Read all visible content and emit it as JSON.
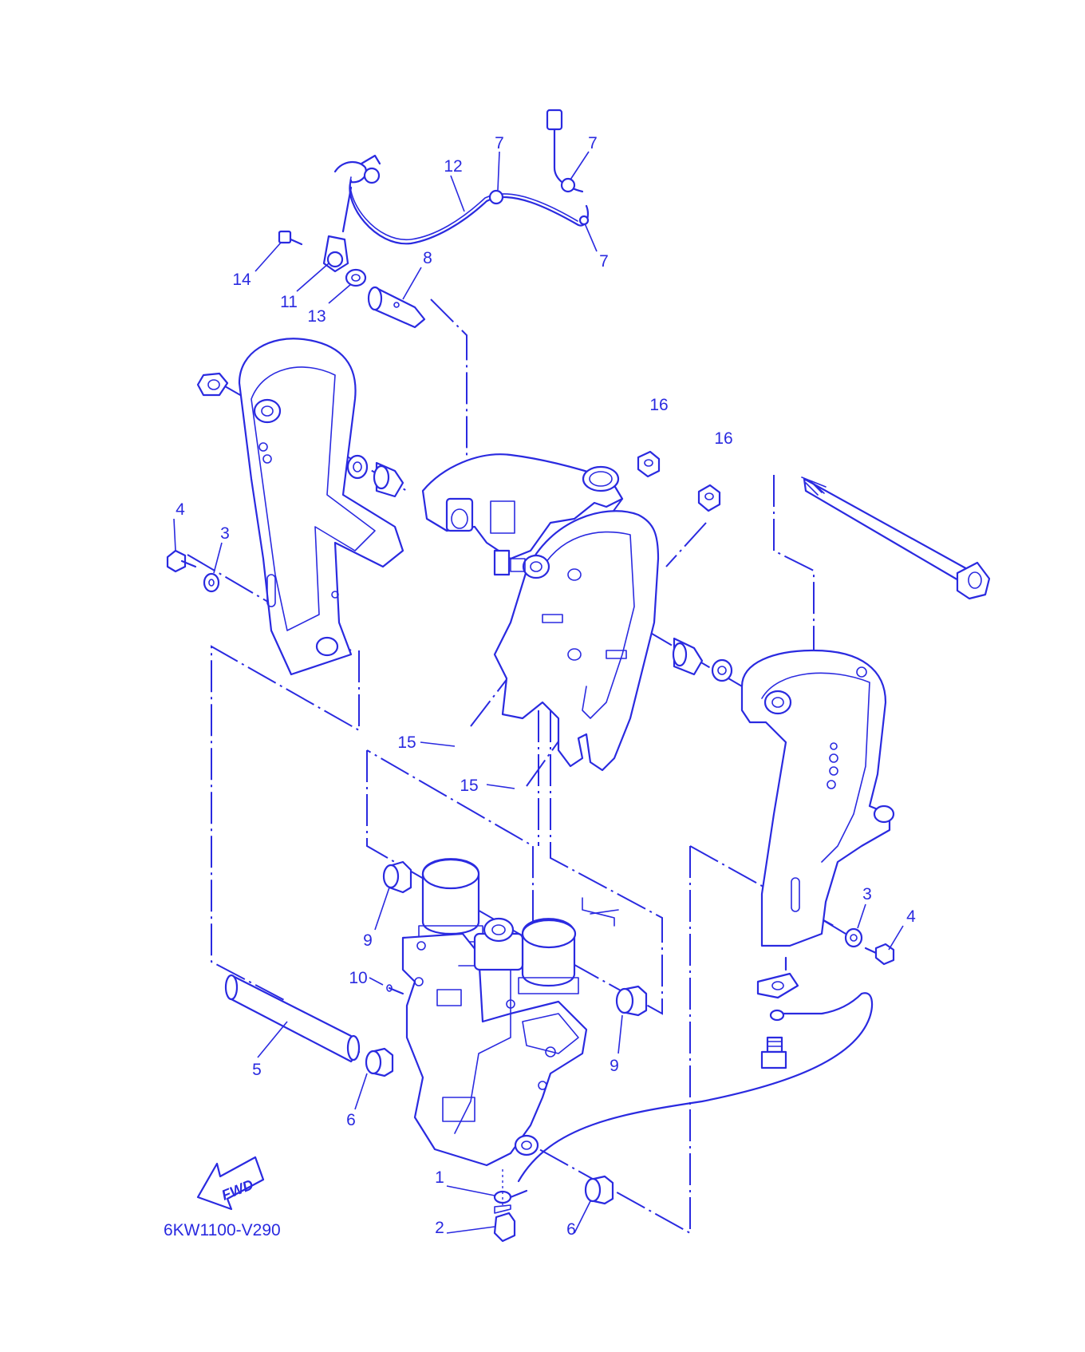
{
  "diagram": {
    "code": "6KW1100-V290",
    "fwd_label": "FWD",
    "line_color": "#2a2ae0",
    "callouts": [
      {
        "id": "c7a",
        "text": "7"
      },
      {
        "id": "c7b",
        "text": "7"
      },
      {
        "id": "c7c",
        "text": "7"
      },
      {
        "id": "c12",
        "text": "12"
      },
      {
        "id": "c14",
        "text": "14"
      },
      {
        "id": "c11",
        "text": "11"
      },
      {
        "id": "c13",
        "text": "13"
      },
      {
        "id": "c8",
        "text": "8"
      },
      {
        "id": "c16a",
        "text": "16"
      },
      {
        "id": "c16b",
        "text": "16"
      },
      {
        "id": "c4a",
        "text": "4"
      },
      {
        "id": "c3a",
        "text": "3"
      },
      {
        "id": "c15a",
        "text": "15"
      },
      {
        "id": "c15b",
        "text": "15"
      },
      {
        "id": "c3b",
        "text": "3"
      },
      {
        "id": "c4b",
        "text": "4"
      },
      {
        "id": "c9a",
        "text": "9"
      },
      {
        "id": "c10",
        "text": "10"
      },
      {
        "id": "c9b",
        "text": "9"
      },
      {
        "id": "c5",
        "text": "5"
      },
      {
        "id": "c6a",
        "text": "6"
      },
      {
        "id": "c1",
        "text": "1"
      },
      {
        "id": "c2",
        "text": "2"
      },
      {
        "id": "c6b",
        "text": "6"
      }
    ]
  }
}
